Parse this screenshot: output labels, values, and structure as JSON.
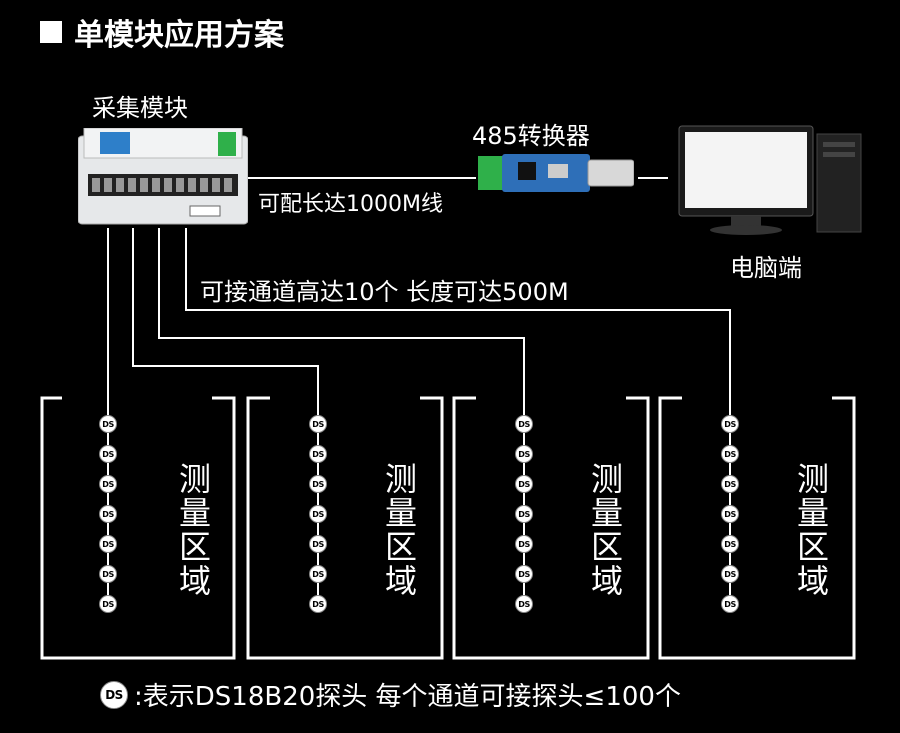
{
  "title": "单模块应用方案",
  "labels": {
    "module": "采集模块",
    "converter": "485转换器",
    "cable": "可配长达1000M线",
    "pc": "电脑端",
    "channels": "可接通道高达10个  长度可达500M"
  },
  "zone_label": "测量区域",
  "zones": [
    {
      "label": "测量区域",
      "probes": [
        "DS",
        "DS",
        "DS",
        "DS",
        "DS",
        "DS",
        "DS"
      ]
    },
    {
      "label": "测量区域",
      "probes": [
        "DS",
        "DS",
        "DS",
        "DS",
        "DS",
        "DS",
        "DS"
      ]
    },
    {
      "label": "测量区域",
      "probes": [
        "DS",
        "DS",
        "DS",
        "DS",
        "DS",
        "DS",
        "DS"
      ]
    },
    {
      "label": "测量区域",
      "probes": [
        "DS",
        "DS",
        "DS",
        "DS",
        "DS",
        "DS",
        "DS"
      ]
    }
  ],
  "legend": {
    "badge": "DS",
    "text": ":表示DS18B20探头 每个通道可接探头≤100个"
  },
  "colors": {
    "background": "#000000",
    "foreground": "#ffffff",
    "module_blue": "#2e7fc9",
    "terminal_green": "#2fb04a"
  }
}
